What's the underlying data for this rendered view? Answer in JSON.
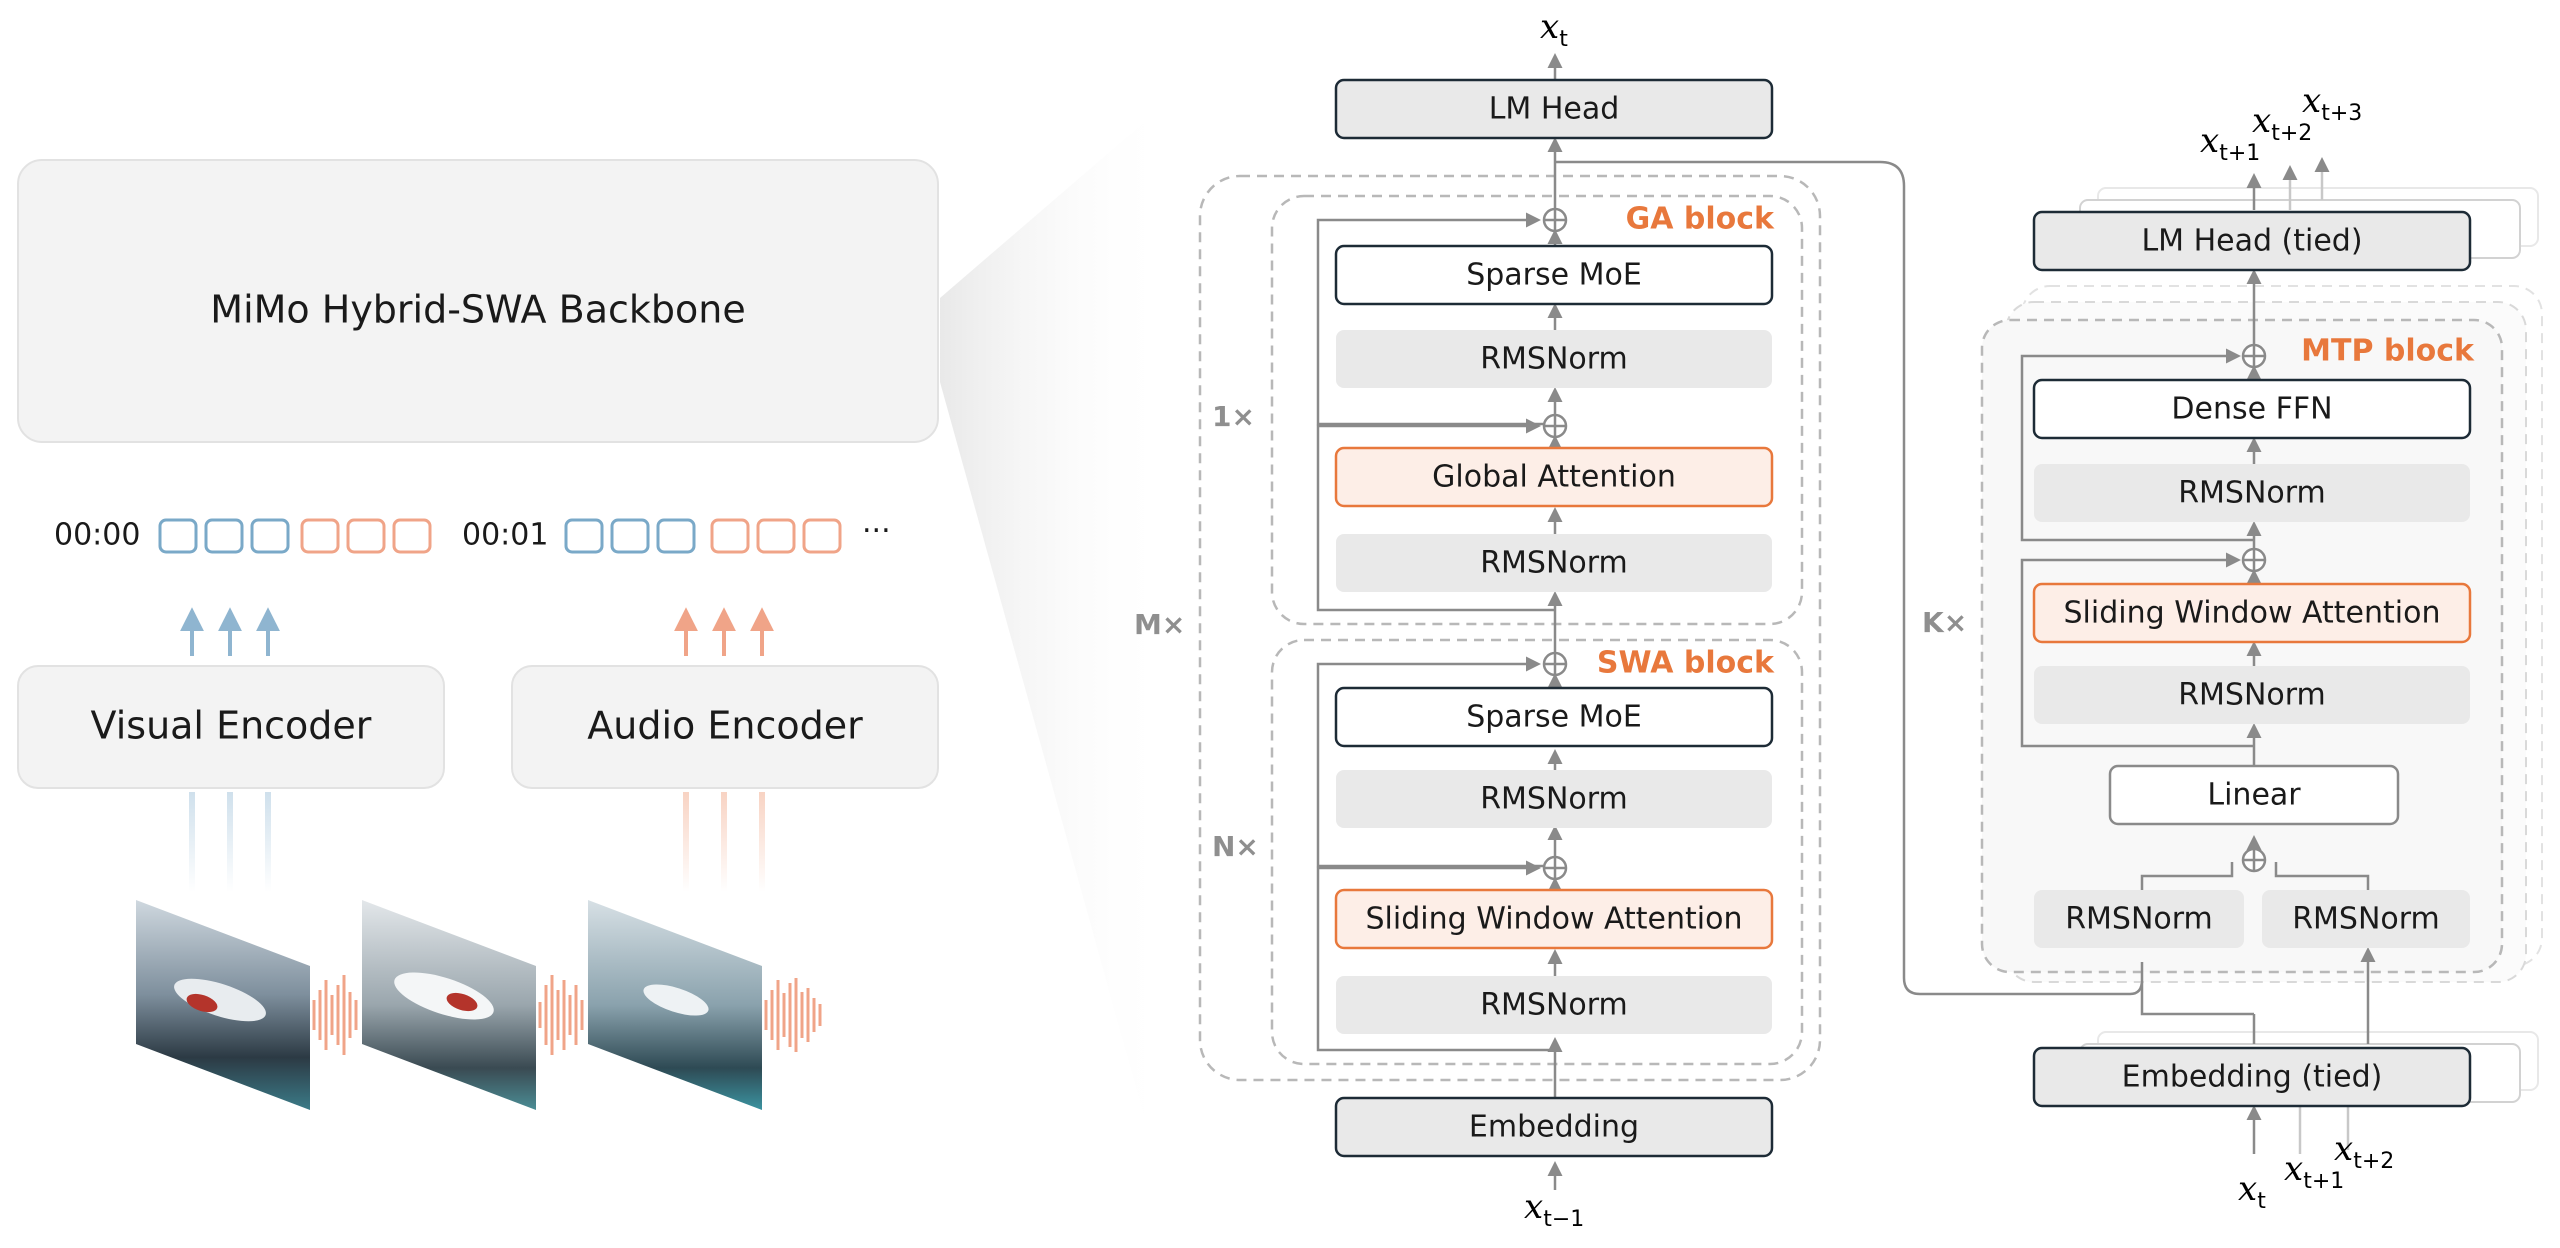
{
  "left_panel": {
    "backbone_label": "MiMo Hybrid-SWA Backbone",
    "visual_encoder_label": "Visual Encoder",
    "audio_encoder_label": "Audio Encoder",
    "timestamp_1": "00:00",
    "timestamp_2": "00:01",
    "ellipsis": "···",
    "token_colors": {
      "visual": "#7aa9c8",
      "audio": "#f0a488"
    }
  },
  "backbone": {
    "output_label": "x",
    "output_sub": "t",
    "input_label": "x",
    "input_sub": "t−1",
    "lm_head": "LM Head",
    "embedding": "Embedding",
    "m_times": "M×",
    "ga_block": {
      "title": "GA block",
      "times": "1×",
      "moe": "Sparse MoE",
      "norm_1": "RMSNorm",
      "attention": "Global Attention",
      "norm_2": "RMSNorm"
    },
    "swa_block": {
      "title": "SWA block",
      "times": "N×",
      "moe": "Sparse MoE",
      "norm_1": "RMSNorm",
      "attention": "Sliding Window Attention",
      "norm_2": "RMSNorm"
    }
  },
  "mtp": {
    "times": "K×",
    "title": "MTP block",
    "lm_head": "LM Head (tied)",
    "dense_ffn": "Dense FFN",
    "norm_1": "RMSNorm",
    "attention": "Sliding Window Attention",
    "norm_2": "RMSNorm",
    "linear": "Linear",
    "norm_left": "RMSNorm",
    "norm_right": "RMSNorm",
    "embedding": "Embedding (tied)",
    "outputs": [
      {
        "label": "x",
        "sub": "t+1"
      },
      {
        "label": "x",
        "sub": "t+2"
      },
      {
        "label": "x",
        "sub": "t+3"
      }
    ],
    "inputs": [
      {
        "label": "x",
        "sub": "t"
      },
      {
        "label": "x",
        "sub": "t+1"
      },
      {
        "label": "x",
        "sub": "t+2"
      }
    ]
  },
  "colors": {
    "accent": "#e8783c",
    "attention_fill": "#fdeee7",
    "norm_fill": "#e9e9e9",
    "dark_border": "#1d2b36",
    "panel_fill": "#f3f3f3"
  }
}
